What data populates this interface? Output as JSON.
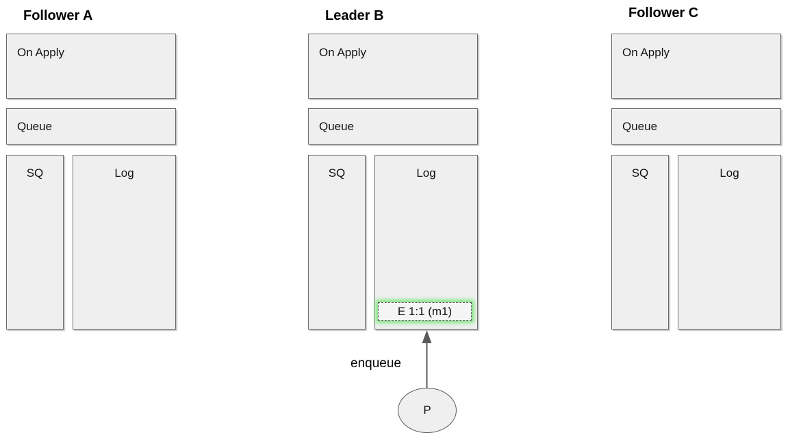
{
  "diagram": {
    "columns": [
      {
        "title": "Follower A",
        "on_apply_label": "On Apply",
        "queue_label": "Queue",
        "sq_label": "SQ",
        "log_label": "Log"
      },
      {
        "title": "Leader B",
        "on_apply_label": "On Apply",
        "queue_label": "Queue",
        "sq_label": "SQ",
        "log_label": "Log",
        "log_entry": "E 1:1 (m1)"
      },
      {
        "title": "Follower C",
        "on_apply_label": "On Apply",
        "queue_label": "Queue",
        "sq_label": "SQ",
        "log_label": "Log"
      }
    ],
    "edge": {
      "label": "enqueue"
    },
    "producer": {
      "label": "P"
    }
  },
  "colors": {
    "box_fill": "#efefef",
    "box_border": "#6b6b6b",
    "text": "#111111",
    "entry_glow": "#72e472",
    "arrow": "#595959"
  }
}
